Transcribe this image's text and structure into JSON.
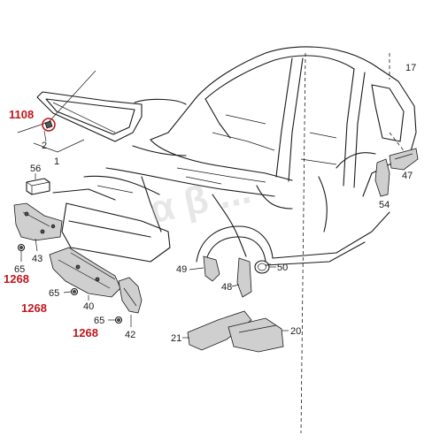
{
  "callouts": {
    "c1108": "1108",
    "c2": "2",
    "c1": "1",
    "c17": "17",
    "c56": "56",
    "c47": "47",
    "c54": "54",
    "c43": "43",
    "c65a": "65",
    "c1268a": "1268",
    "c65b": "65",
    "c1268b": "1268",
    "c40": "40",
    "c65c": "65",
    "c1268c": "1268",
    "c42": "42",
    "c49": "49",
    "c48": "48",
    "c50": "50",
    "c21": "21",
    "c20": "20"
  },
  "watermark": "α β ..."
}
